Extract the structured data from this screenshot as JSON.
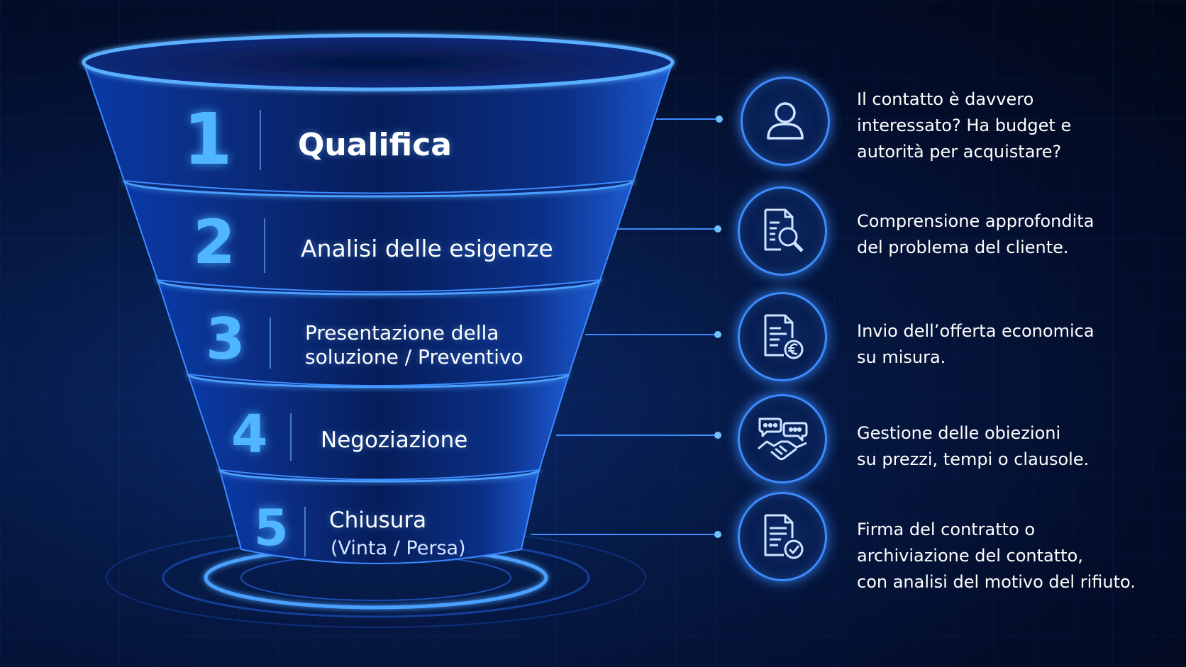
{
  "stages": [
    {
      "number": "1",
      "title": "Qualifica",
      "subtitle": "",
      "icon": "user-icon",
      "description": [
        "Il contatto è davvero",
        "interessato? Ha budget e",
        "autorità per acquistare?"
      ]
    },
    {
      "number": "2",
      "title": "Analisi delle esigenze",
      "subtitle": "",
      "icon": "document-search-icon",
      "description": [
        "Comprensione approfondita",
        "del problema del cliente."
      ]
    },
    {
      "number": "3",
      "title_lines": [
        "Presentazione della",
        "soluzione / Preventivo"
      ],
      "subtitle": "",
      "icon": "invoice-euro-icon",
      "description": [
        "Invio dell’offerta economica",
        "su misura."
      ]
    },
    {
      "number": "4",
      "title": "Negoziazione",
      "subtitle": "",
      "icon": "handshake-chat-icon",
      "description": [
        "Gestione delle obiezioni",
        "su prezzi, tempi o clausole."
      ]
    },
    {
      "number": "5",
      "title": "Chiusura",
      "subtitle": "(Vinta / Persa)",
      "icon": "document-check-icon",
      "description": [
        "Firma del contratto o",
        "archiviazione del contatto,",
        "con analisi del motivo del rifiuto."
      ]
    }
  ],
  "colors": {
    "accent": "#3d8bff",
    "number": "#4fb6ff",
    "band_dark": "#06215f",
    "band_light": "#1f62d6",
    "background": "#030d2a"
  }
}
